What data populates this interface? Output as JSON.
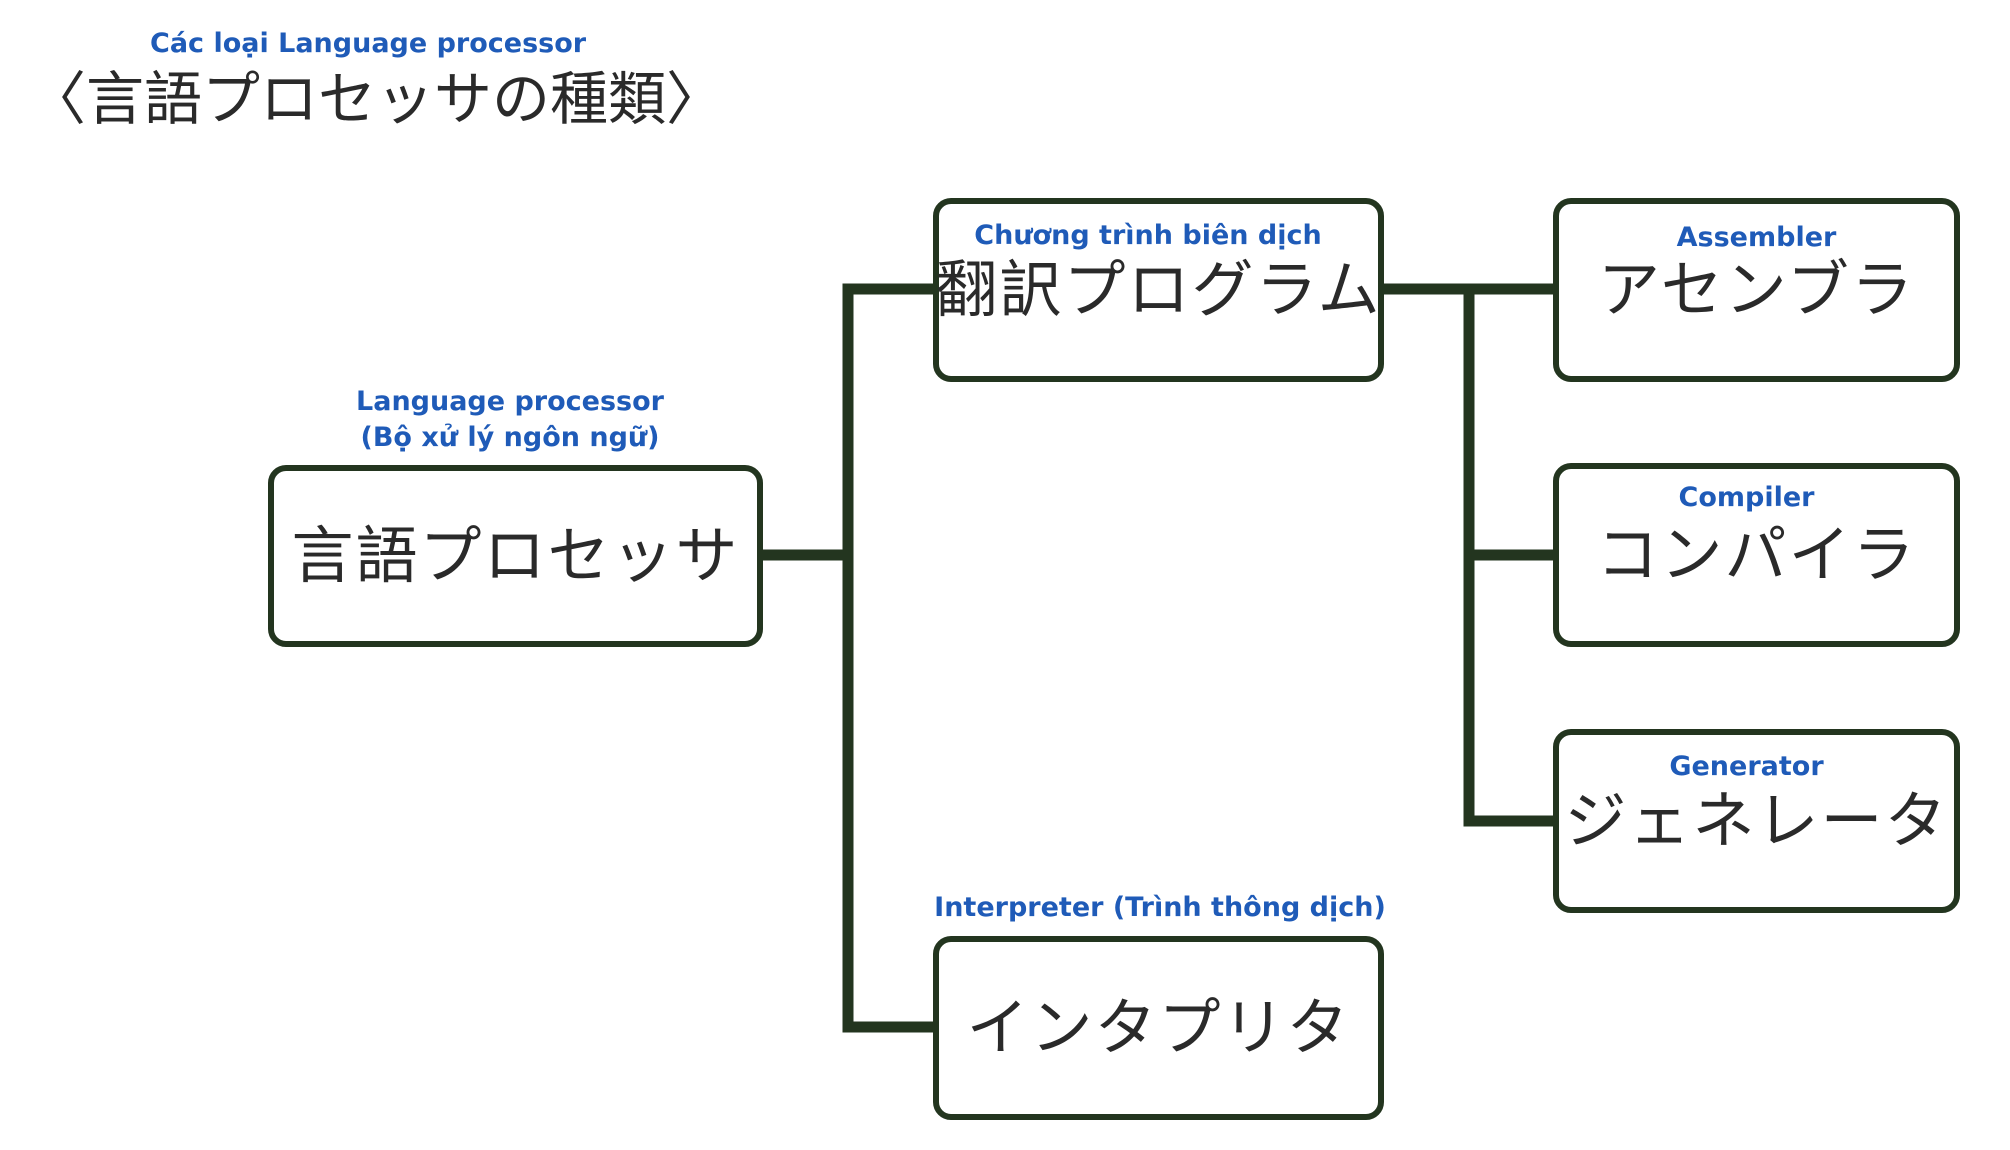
{
  "title": {
    "vi": "Các loại Language processor",
    "jp": "〈言語プロセッサの種類〉"
  },
  "nodes": {
    "root": {
      "jp": "言語プロセッサ",
      "caption_line1": "Language processor",
      "caption_line2": "(Bộ xử lý ngôn ngữ)"
    },
    "translator": {
      "jp": "翻訳プログラム",
      "caption": "Chương trình biên dịch"
    },
    "interpreter": {
      "jp": "インタプリタ",
      "caption": "Interpreter  (Trình thông dịch)"
    },
    "assembler": {
      "jp": "アセンブラ",
      "caption": "Assembler"
    },
    "compiler": {
      "jp": "コンパイラ",
      "caption": "Compiler"
    },
    "generator": {
      "jp": "ジェネレータ",
      "caption": "Generator"
    }
  },
  "colors": {
    "line": "#23351f",
    "caption": "#1f5bb8",
    "text": "#2a2a2a"
  }
}
